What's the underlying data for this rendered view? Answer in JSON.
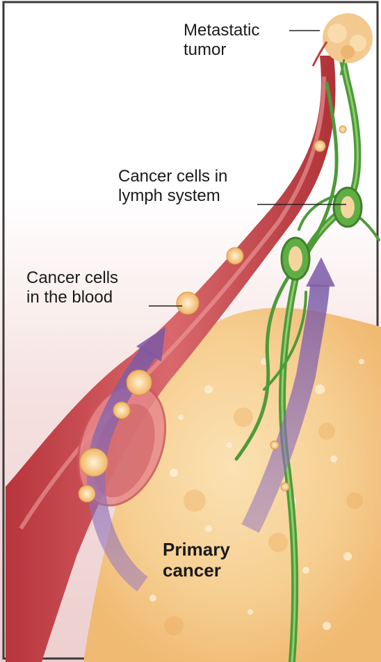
{
  "labels": {
    "metastatic_tumor": [
      "Metastatic",
      "tumor"
    ],
    "lymph_system": [
      "Cancer cells in",
      "lymph system"
    ],
    "blood": [
      "Cancer cells",
      "in the blood"
    ],
    "primary_cancer": [
      "Primary",
      "cancer"
    ]
  },
  "colors": {
    "background_top": "#ffffff",
    "background_bottom": "#f3dada",
    "blood_vessel": "#c44a4f",
    "blood_vessel_highlight": "#e58a8c",
    "lymph_vessel": "#4e9a3a",
    "lymph_node": "#5fae44",
    "tumor": "#f5c98d",
    "cancer_cell": "#f0b565",
    "arrow": "#8b6fb0"
  }
}
